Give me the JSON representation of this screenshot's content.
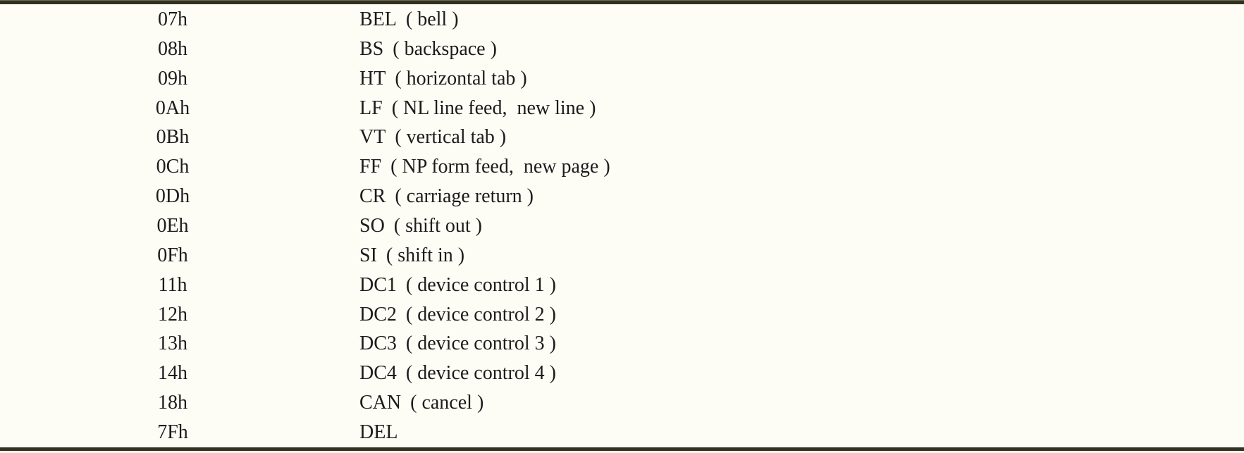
{
  "document": {
    "type": "ascii-control-character-table",
    "colors": {
      "background": "#fdfcf5",
      "rule": "#33311f",
      "text": "#1c1c1c"
    },
    "columns": [
      "hex_code",
      "description"
    ],
    "rows": [
      {
        "hex": "07h",
        "code": "BEL",
        "desc": "( bell )"
      },
      {
        "hex": "08h",
        "code": "BS",
        "desc": "( backspace )"
      },
      {
        "hex": "09h",
        "code": "HT",
        "desc": "( horizontal tab )"
      },
      {
        "hex": "0Ah",
        "code": "LF",
        "desc": "( NL line feed,  new line )"
      },
      {
        "hex": "0Bh",
        "code": "VT",
        "desc": "( vertical tab )"
      },
      {
        "hex": "0Ch",
        "code": "FF",
        "desc": "( NP form feed,  new page )"
      },
      {
        "hex": "0Dh",
        "code": "CR",
        "desc": "( carriage return )"
      },
      {
        "hex": "0Eh",
        "code": "SO",
        "desc": "( shift out )"
      },
      {
        "hex": "0Fh",
        "code": "SI",
        "desc": "( shift in )"
      },
      {
        "hex": "11h",
        "code": "DC1",
        "desc": "( device control 1 )"
      },
      {
        "hex": "12h",
        "code": "DC2",
        "desc": "( device control 2 )"
      },
      {
        "hex": "13h",
        "code": "DC3",
        "desc": "( device control 3 )"
      },
      {
        "hex": "14h",
        "code": "DC4",
        "desc": "( device control 4 )"
      },
      {
        "hex": "18h",
        "code": "CAN",
        "desc": "( cancel )"
      },
      {
        "hex": "7Fh",
        "code": "DEL",
        "desc": ""
      }
    ]
  }
}
